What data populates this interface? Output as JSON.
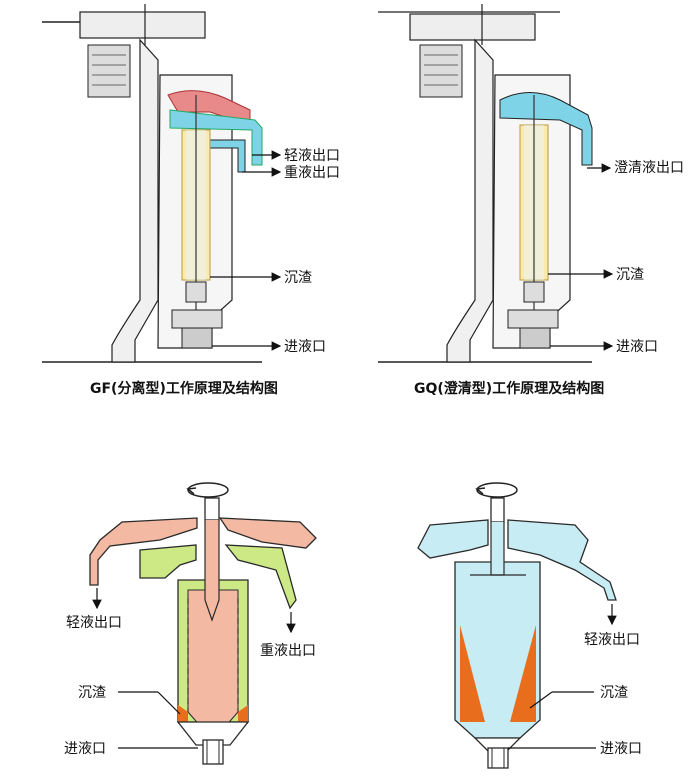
{
  "colors": {
    "light_liquid": "#f3b9a2",
    "heavy_liquid": "#cce986",
    "clarified_liquid": "#c8ecf4",
    "sediment": "#e86d1c",
    "outline": "#2a2a2a",
    "machine_gray": "#dcdcdc"
  },
  "gf_machine": {
    "labels": {
      "light_out": "轻液出口",
      "heavy_out": "重液出口",
      "sediment": "沉渣",
      "inlet": "进液口"
    },
    "caption": "GF(分离型)工作原理及结构图"
  },
  "gq_machine": {
    "labels": {
      "clear_out": "澄清液出口",
      "sediment": "沉渣",
      "inlet": "进液口"
    },
    "caption": "GQ(澄清型)工作原理及结构图"
  },
  "gf_detail": {
    "labels": {
      "light_out": "轻液出口",
      "heavy_out": "重液出口",
      "sediment": "沉渣",
      "inlet": "进液口"
    }
  },
  "gq_detail": {
    "labels": {
      "clear_out": "轻液出口",
      "sediment": "沉渣",
      "inlet": "进液口"
    }
  }
}
